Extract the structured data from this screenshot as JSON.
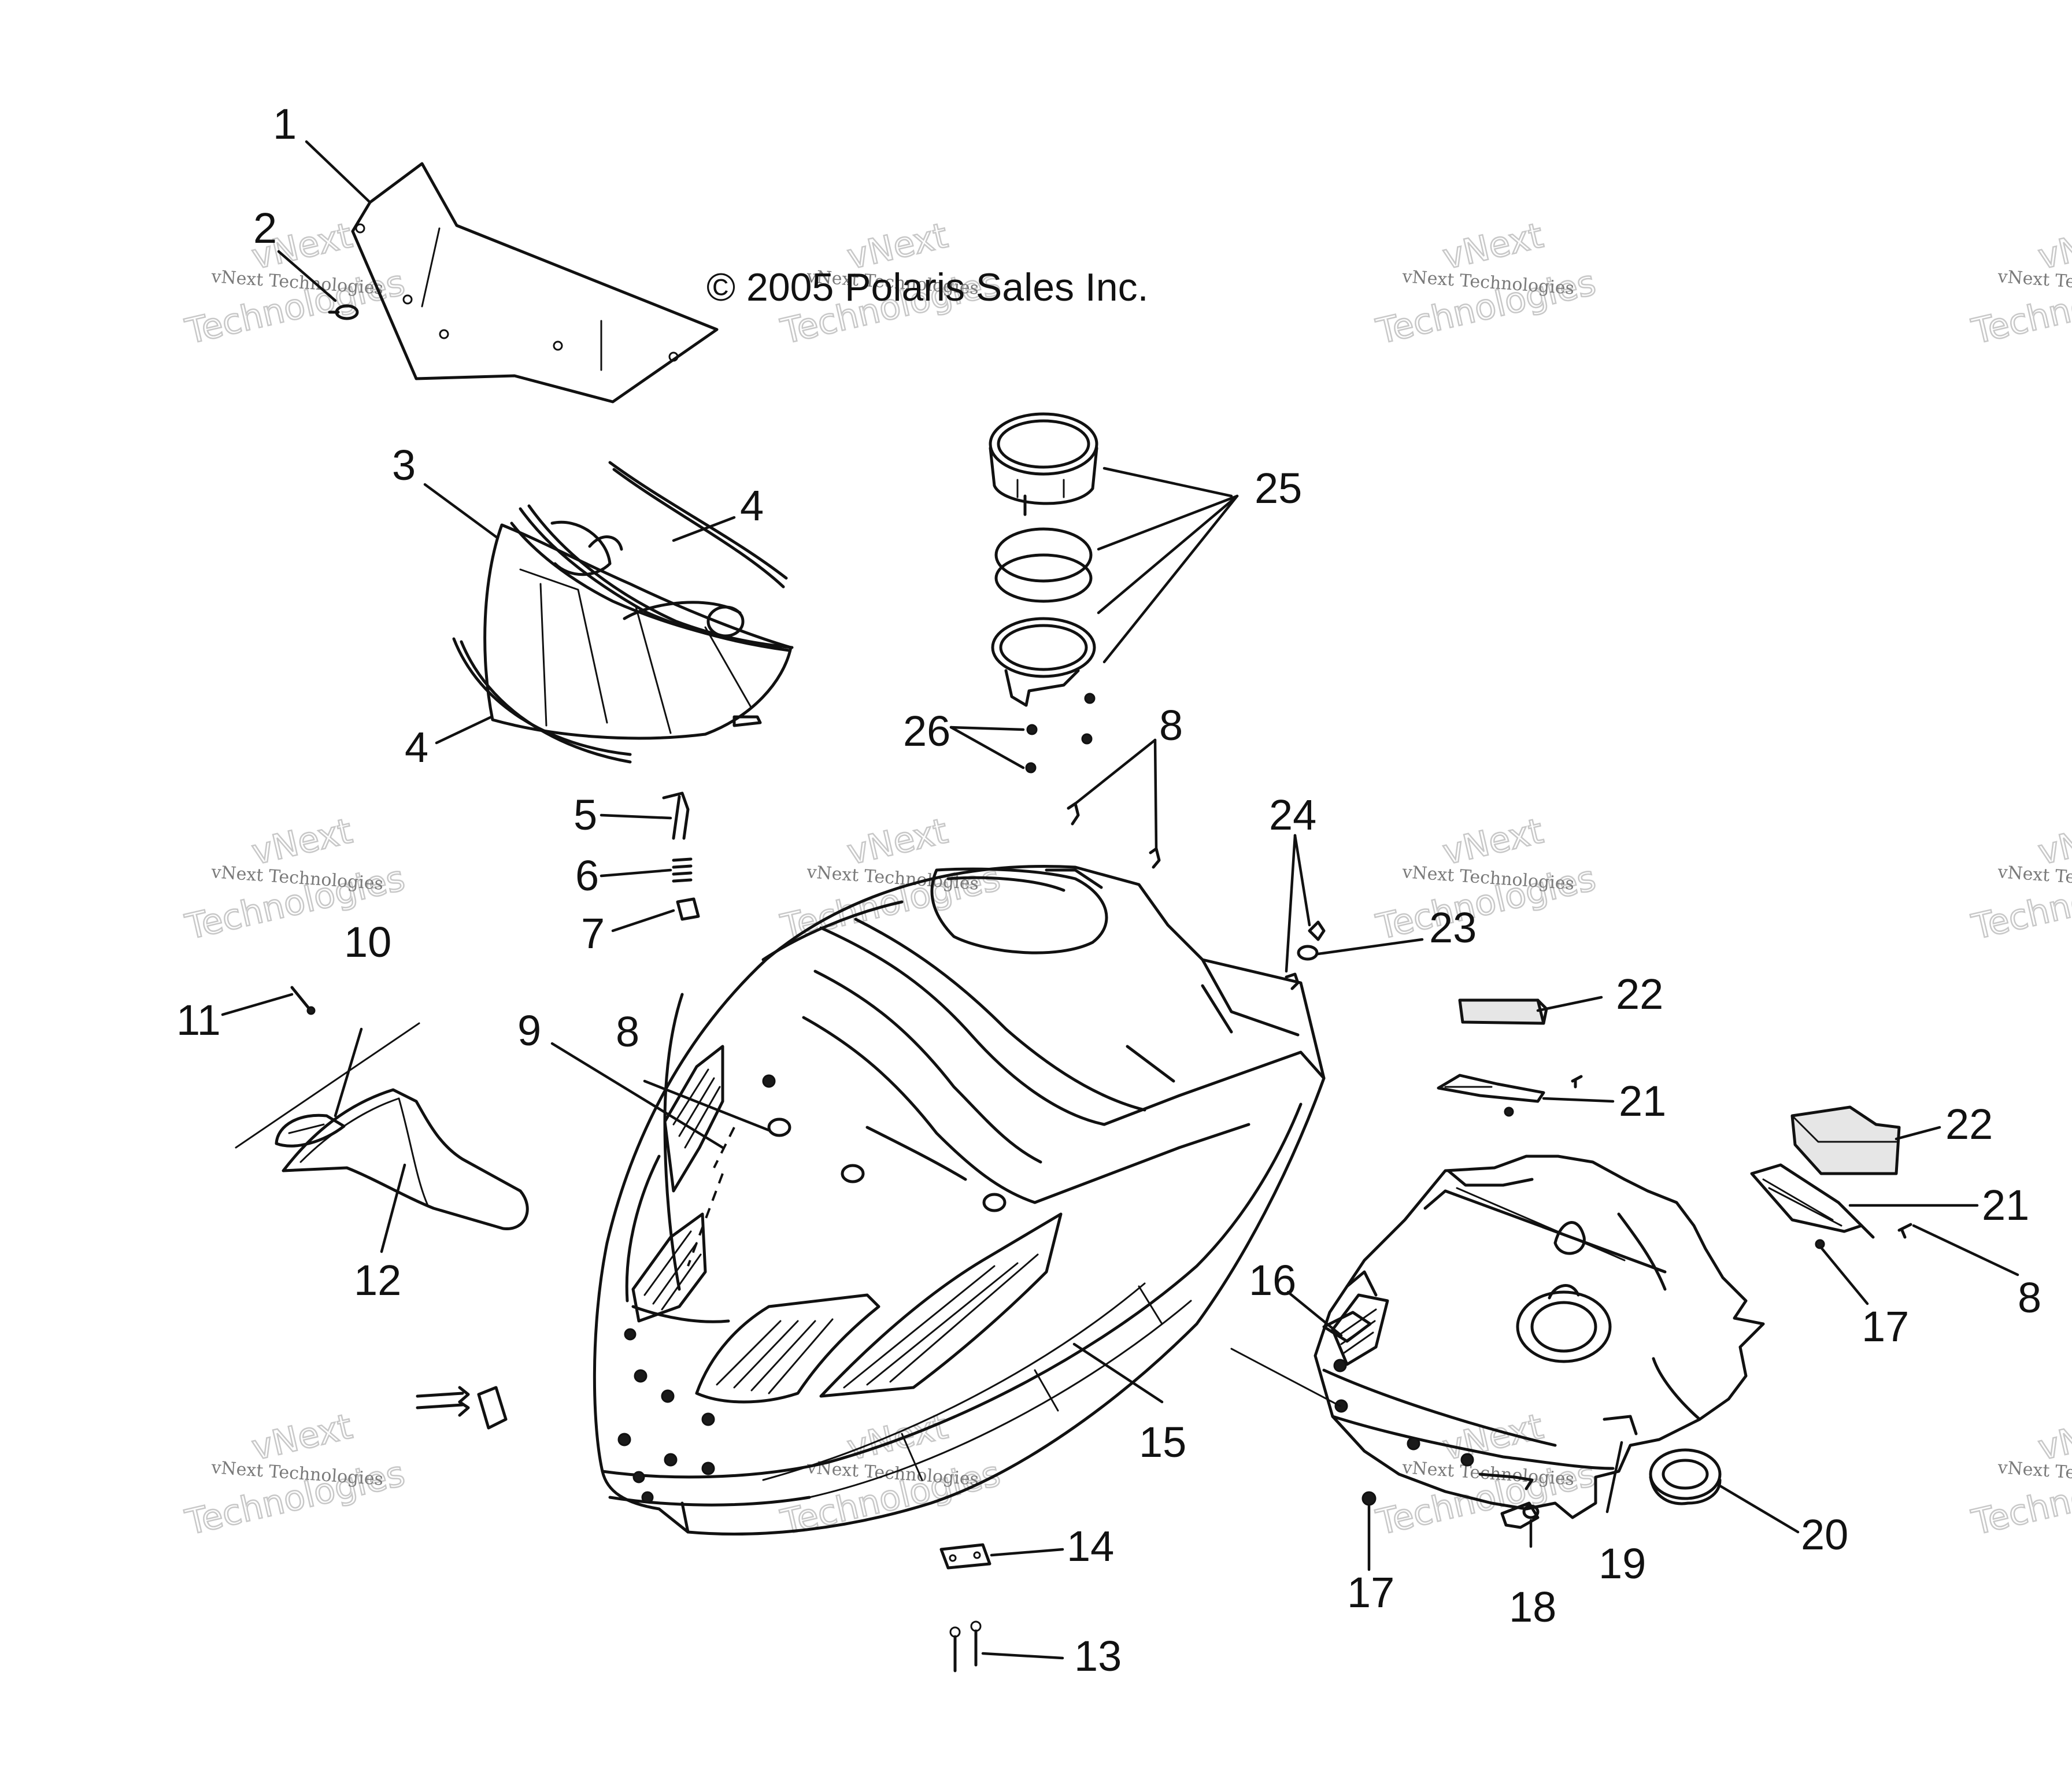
{
  "copyright": "© 2005 Polaris Sales Inc.",
  "watermark": {
    "line_top": "vNext",
    "line_mid": "vNext Technologies",
    "line_bottom": "Technologies"
  },
  "callouts": {
    "c1": "1",
    "c2": "2",
    "c3": "3",
    "c4a": "4",
    "c4b": "4",
    "c5": "5",
    "c6": "6",
    "c7": "7",
    "c8a": "8",
    "c8b": "8",
    "c8c": "8",
    "c9": "9",
    "c10": "10",
    "c11": "11",
    "c12": "12",
    "c13": "13",
    "c14": "14",
    "c15": "15",
    "c16": "16",
    "c17a": "17",
    "c17b": "17",
    "c18": "18",
    "c19": "19",
    "c20": "20",
    "c21a": "21",
    "c21b": "21",
    "c22a": "22",
    "c22b": "22",
    "c23": "23",
    "c24": "24",
    "c25": "25",
    "c26": "26"
  }
}
